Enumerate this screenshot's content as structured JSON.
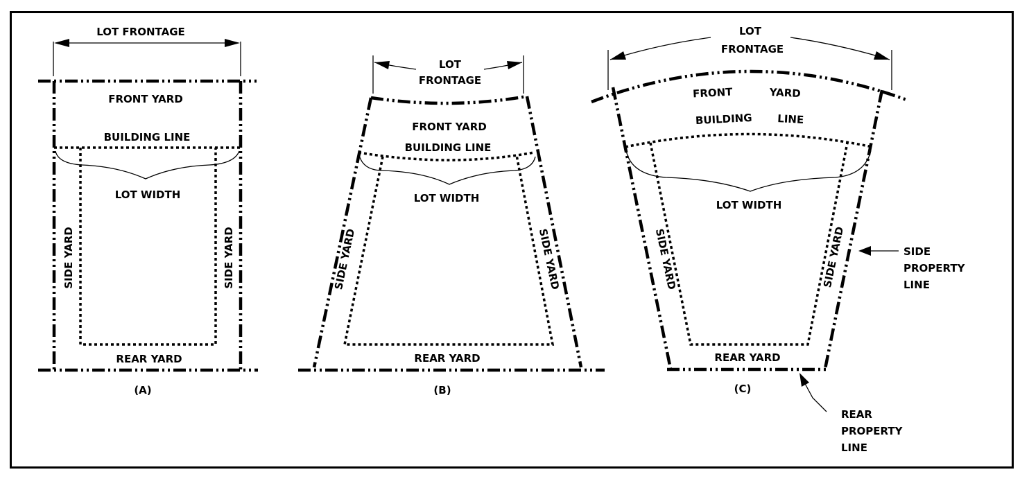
{
  "diagram": {
    "panel_a": {
      "caption": "(A)",
      "lot_frontage": "LOT FRONTAGE",
      "front_yard": "FRONT YARD",
      "building_line": "BUILDING LINE",
      "lot_width": "LOT WIDTH",
      "side_yard_left": "SIDE YARD",
      "side_yard_right": "SIDE YARD",
      "rear_yard": "REAR YARD"
    },
    "panel_b": {
      "caption": "(B)",
      "lot_frontage_1": "LOT",
      "lot_frontage_2": "FRONTAGE",
      "front_yard": "FRONT YARD",
      "building_line": "BUILDING LINE",
      "lot_width": "LOT WIDTH",
      "side_yard_left": "SIDE YARD",
      "side_yard_right": "SIDE YARD",
      "rear_yard": "REAR YARD"
    },
    "panel_c": {
      "caption": "(C)",
      "lot_frontage_1": "LOT",
      "lot_frontage_2": "FRONTAGE",
      "front": "FRONT",
      "yard": "YARD",
      "building": "BUILDING",
      "line": "LINE",
      "lot_width": "LOT WIDTH",
      "side_yard_left": "SIDE YARD",
      "side_yard_right": "SIDE YARD",
      "rear_yard": "REAR YARD",
      "side_property_line_1": "SIDE",
      "side_property_line_2": "PROPERTY",
      "side_property_line_3": "LINE",
      "rear_property_line_1": "REAR",
      "rear_property_line_2": "PROPERTY",
      "rear_property_line_3": "LINE"
    }
  }
}
